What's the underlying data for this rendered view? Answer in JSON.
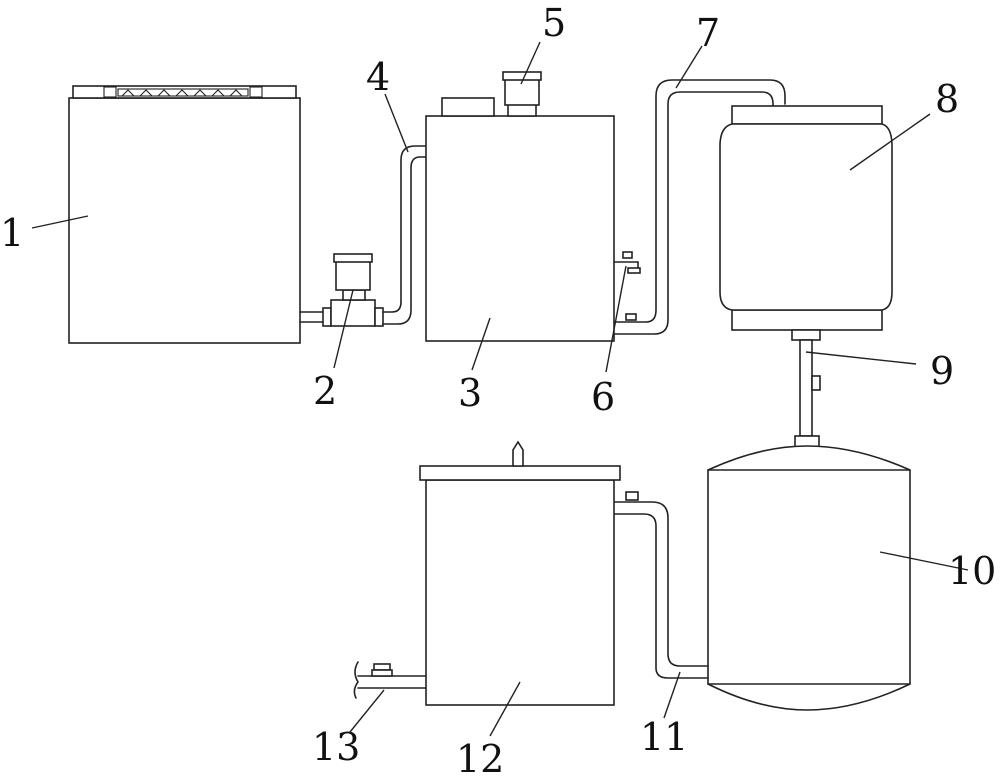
{
  "labels": {
    "l1": "1",
    "l2": "2",
    "l3": "3",
    "l4": "4",
    "l5": "5",
    "l6": "6",
    "l7": "7",
    "l8": "8",
    "l9": "9",
    "l10": "10",
    "l11": "11",
    "l12": "12",
    "l13": "13"
  }
}
